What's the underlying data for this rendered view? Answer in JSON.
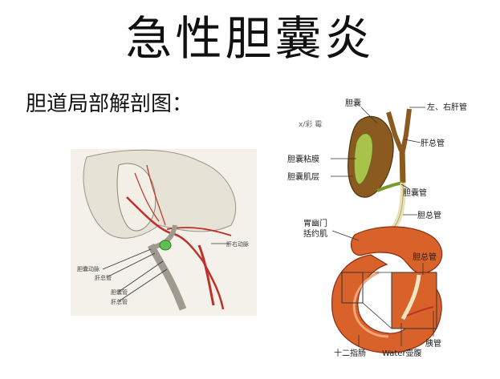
{
  "page": {
    "title": "急性胆囊炎",
    "subtitle": "胆道局部解剖图："
  },
  "left_figure": {
    "labels": {
      "gallbladder_artery": "胆囊动脉",
      "hepatic_duct": "肝总管",
      "cystic_duct": "胆囊管",
      "common_hepatic_duct": "肝总管",
      "right_hepatic_artery": "肝右动脉"
    }
  },
  "right_figure": {
    "labels": {
      "gallbladder": "胆囊",
      "left_right_hepatic_ducts": "左、右肝管",
      "hepatic_duct_upper": "肝总管",
      "gallbladder_mucosa": "胆囊粘膜",
      "gallbladder_muscle": "胆囊肌层",
      "cystic_duct": "胆囊管",
      "pyloric_sphincter": "胃幽门\n括约肌",
      "common_bile_duct": "胆总管",
      "common_bile_duct_lower": "胆总管",
      "pancreatic_duct": "胰管",
      "duodenum": "十二指肠",
      "ampulla": "Water壶腹",
      "stray_mark": "x/彩 霉"
    }
  },
  "colors": {
    "bile_green": "#7a9a2a",
    "gallbladder_brown": "#8a5a20",
    "duodenum_orange": "#d9622a",
    "artery_red": "#c0302a"
  }
}
